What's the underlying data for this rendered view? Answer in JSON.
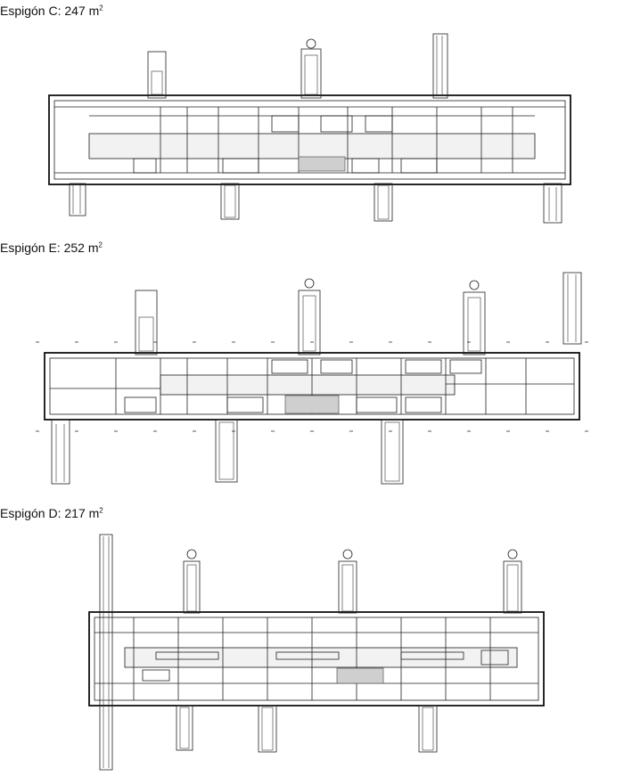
{
  "sections": [
    {
      "id": "c",
      "title": "Espigón C: 247 m",
      "exponent": "2"
    },
    {
      "id": "e",
      "title": "Espigón E: 252 m",
      "exponent": "2"
    },
    {
      "id": "d",
      "title": "Espigón D: 217 m",
      "exponent": "2"
    }
  ]
}
